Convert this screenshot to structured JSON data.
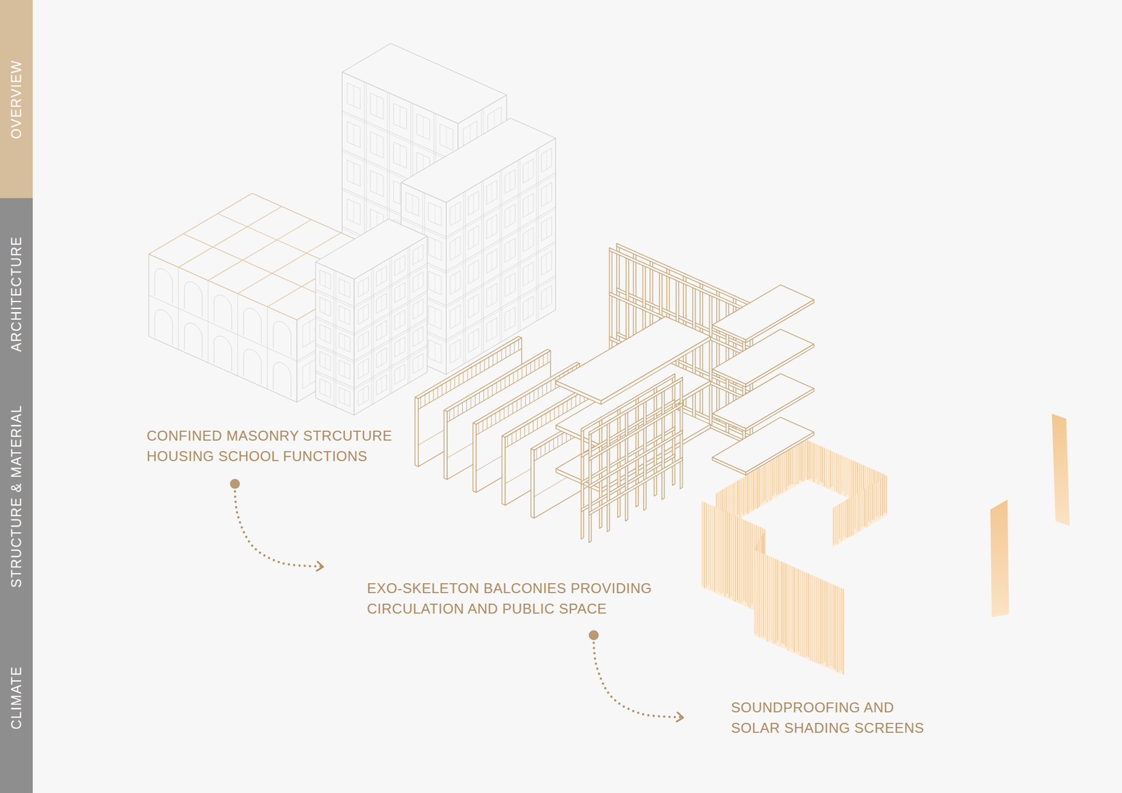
{
  "diagram": {
    "nodes": [
      {
        "text": [
          "OVERVIEW"
        ]
      },
      {
        "text": [
          "ARCHITECTURE"
        ]
      },
      {
        "text": [
          "STRUCTURE & MATERIAL"
        ]
      },
      {
        "text": [
          "CLIMATE"
        ]
      },
      {
        "text": [
          "CONFINED MASONRY STRCUTURE HOUSING SCHOOL FUNCTIONS"
        ]
      },
      {
        "text": [
          "EXO-SKELETON BALCONIES PROVIDING CIRCULATION AND PUBLIC SPACE"
        ]
      },
      {
        "text": [
          "SOUNDPROOFING AND SOLAR SHADING SCREENS"
        ]
      }
    ],
    "edges": [
      {
        "from": 4,
        "to": 5,
        "arrow": "to"
      },
      {
        "from": 5,
        "to": 6,
        "arrow": "to"
      }
    ]
  }
}
